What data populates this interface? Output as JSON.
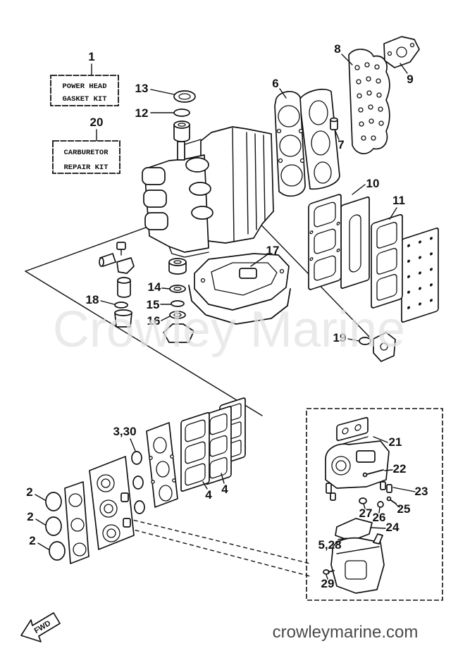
{
  "kits": {
    "power_head": {
      "number": "1",
      "line1": "POWER HEAD",
      "line2": "GASKET KIT"
    },
    "carburetor": {
      "number": "20",
      "line1": "CARBURETOR",
      "line2": "REPAIR KIT"
    }
  },
  "callouts": {
    "p2a": "2",
    "p2b": "2",
    "p2c": "2",
    "p3_30": "3,30",
    "p4a": "4",
    "p4b": "4",
    "p5_28": "5,28",
    "p6": "6",
    "p7": "7",
    "p8": "8",
    "p9": "9",
    "p10": "10",
    "p11": "11",
    "p12": "12",
    "p13": "13",
    "p14": "14",
    "p15": "15",
    "p16": "16",
    "p17": "17",
    "p18": "18",
    "p19": "19",
    "p21": "21",
    "p22": "22",
    "p23": "23",
    "p24": "24",
    "p25": "25",
    "p26": "26",
    "p27": "27",
    "p29": "29"
  },
  "fwd_badge": "FWD",
  "watermark": "Crowley Marine",
  "footer_url": "crowleymarine.com",
  "colors": {
    "ink": "#111111",
    "paper": "#ffffff",
    "watermark": "#e4e4e4",
    "footer": "#4a4a4a"
  }
}
